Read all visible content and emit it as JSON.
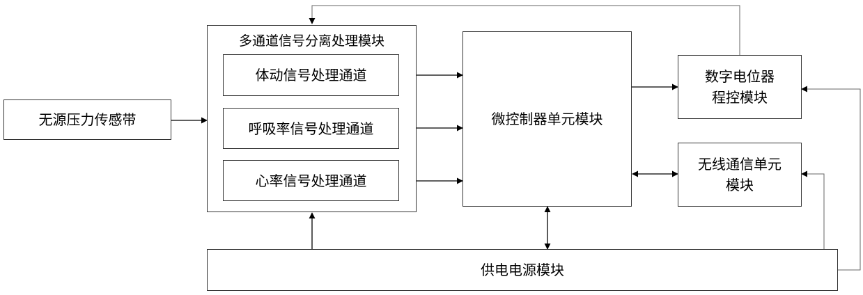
{
  "diagram": {
    "passive_sensor": "无源压力传感带",
    "multichannel_module": {
      "title": "多通道信号分离处理模块",
      "channels": [
        "体动信号处理通道",
        "呼吸率信号处理通道",
        "心率信号处理通道"
      ]
    },
    "mcu": "微控制器单元模块",
    "digital_pot": [
      "数字电位器",
      "程控模块"
    ],
    "wireless": [
      "无线通信单元",
      "模块"
    ],
    "power": "供电电源模块"
  }
}
